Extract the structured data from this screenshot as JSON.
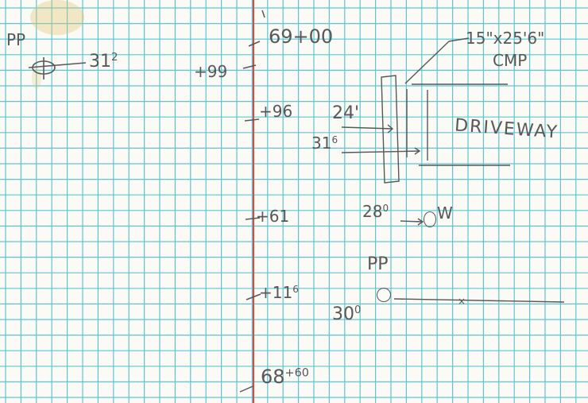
{
  "sheet": {
    "paper_color": "#fbfaf4",
    "grid_color": "#5bc6d4",
    "margin_line_color": "#e2473f",
    "ink_color": "#58585a",
    "stain_color": "#e3c46a"
  },
  "notes": {
    "top_left_label": "PP",
    "top_left_value_main": "31",
    "top_left_value_sup": "2",
    "station_top": "69+00",
    "offset_99": "+99",
    "offset_96": "+96",
    "offset_61": "+61",
    "offset_11_main": "+11",
    "offset_11_sup": "6",
    "station_bottom_main": "68",
    "station_bottom_sup": "+60",
    "pipe_note": "15\"x25'6\"",
    "pipe_type": "CMP",
    "pipe_length": "24'",
    "pipe_left_value_main": "31",
    "pipe_left_value_sup": "6",
    "driveway_label": "DRIVEWAY",
    "marker_value_main": "28",
    "marker_value_sup": "0",
    "marker_suffix": "W",
    "bottom_pp_label": "PP",
    "bottom_pp_value_main": "30",
    "bottom_pp_value_sup": "0"
  }
}
